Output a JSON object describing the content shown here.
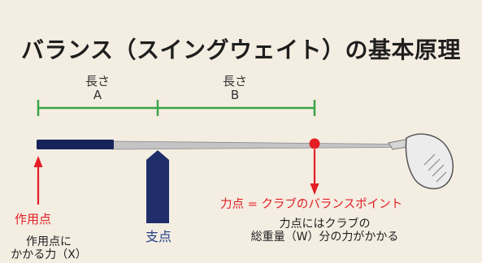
{
  "title": "バランス（スイングウェイト）の基本原理",
  "length_a": {
    "name": "長さ",
    "letter": "A"
  },
  "length_b": {
    "name": "長さ",
    "letter": "B"
  },
  "effort_point_label": "作用点",
  "fulcrum_label": "支点",
  "force_point_label": "力点 = クラブのバランスポイント",
  "effort_point_desc": [
    "作用点に",
    "かかる力（X）"
  ],
  "force_point_desc": [
    "力点にはクラブの",
    "総重量（W）分の力がかかる"
  ],
  "colors": {
    "background": "#f4ede2",
    "measure_line": "#3aa547",
    "accent_red": "#e31e24",
    "grip_navy": "#17245a",
    "fulcrum_navy": "#1f2e6b",
    "shaft": "#b8b8b8",
    "head": "#ececec"
  }
}
